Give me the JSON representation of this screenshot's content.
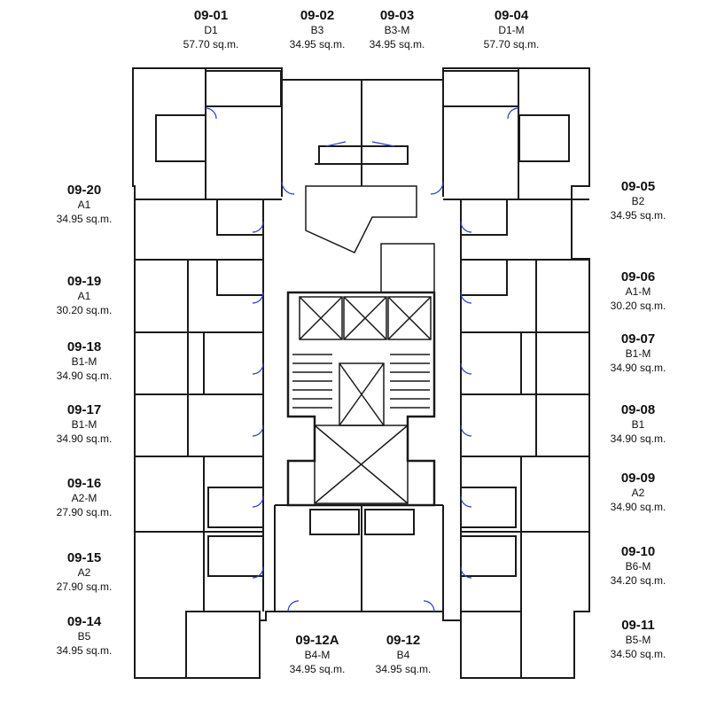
{
  "units": {
    "u0901": {
      "id": "09-01",
      "type": "D1",
      "area": "57.70 sq.m."
    },
    "u0902": {
      "id": "09-02",
      "type": "B3",
      "area": "34.95 sq.m."
    },
    "u0903": {
      "id": "09-03",
      "type": "B3-M",
      "area": "34.95 sq.m."
    },
    "u0904": {
      "id": "09-04",
      "type": "D1-M",
      "area": "57.70 sq.m."
    },
    "u0905": {
      "id": "09-05",
      "type": "B2",
      "area": "34.95 sq.m."
    },
    "u0906": {
      "id": "09-06",
      "type": "A1-M",
      "area": "30.20 sq.m."
    },
    "u0907": {
      "id": "09-07",
      "type": "B1-M",
      "area": "34.90 sq.m."
    },
    "u0908": {
      "id": "09-08",
      "type": "B1",
      "area": "34.90 sq.m."
    },
    "u0909": {
      "id": "09-09",
      "type": "A2",
      "area": "34.90 sq.m."
    },
    "u0910": {
      "id": "09-10",
      "type": "B6-M",
      "area": "34.20 sq.m."
    },
    "u0911": {
      "id": "09-11",
      "type": "B5-M",
      "area": "34.50 sq.m."
    },
    "u0912": {
      "id": "09-12",
      "type": "B4",
      "area": "34.95 sq.m."
    },
    "u0912A": {
      "id": "09-12A",
      "type": "B4-M",
      "area": "34.95 sq.m."
    },
    "u0914": {
      "id": "09-14",
      "type": "B5",
      "area": "34.95 sq.m."
    },
    "u0915": {
      "id": "09-15",
      "type": "A2",
      "area": "27.90 sq.m."
    },
    "u0916": {
      "id": "09-16",
      "type": "A2-M",
      "area": "27.90 sq.m."
    },
    "u0917": {
      "id": "09-17",
      "type": "B1-M",
      "area": "34.90 sq.m."
    },
    "u0918": {
      "id": "09-18",
      "type": "B1-M",
      "area": "34.90 sq.m."
    },
    "u0919": {
      "id": "09-19",
      "type": "A1",
      "area": "30.20 sq.m."
    },
    "u0920": {
      "id": "09-20",
      "type": "A1",
      "area": "34.95 sq.m."
    }
  },
  "colors": {
    "wall": "#1a1a1a",
    "door": "#2a3cc8",
    "fill": "#ffffff",
    "core": "#6b6b6b"
  }
}
